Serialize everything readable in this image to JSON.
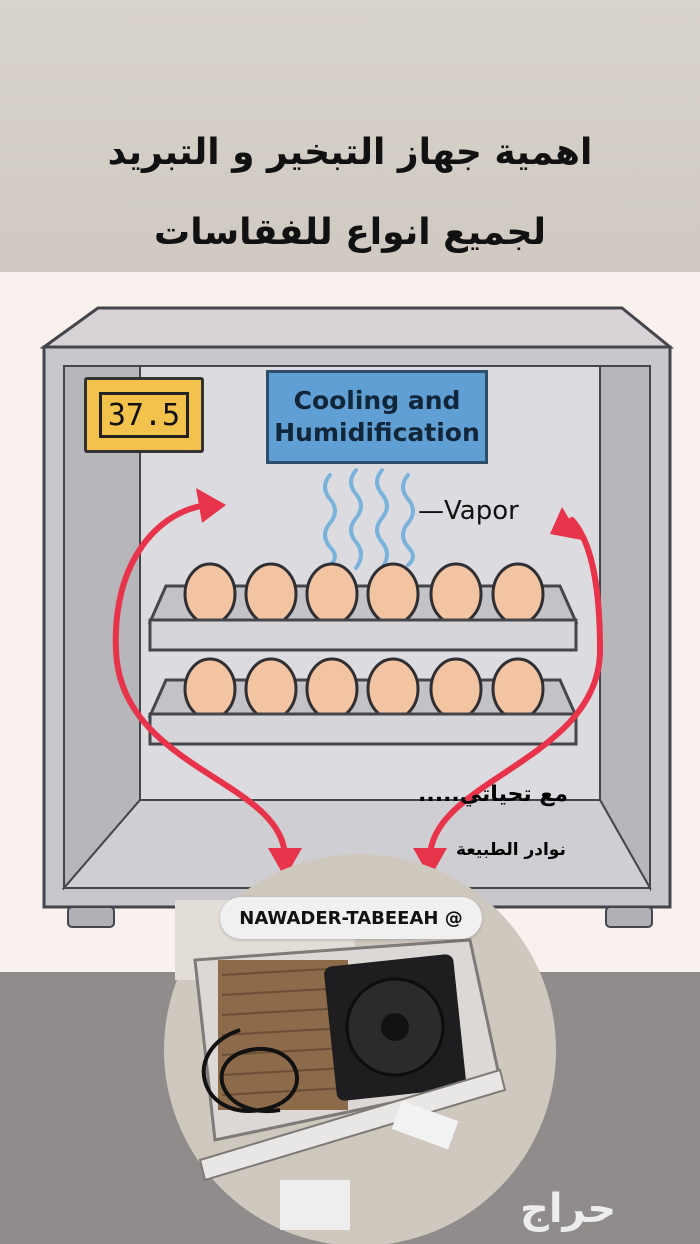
{
  "header": {
    "title_line1": "اهمية جهاز التبخير و التبريد",
    "title_line2": "لجميع انواع للفقاسات"
  },
  "diagram": {
    "thermostat_display": "37.5",
    "cooling_box_label": "Cooling and\nHumidification",
    "vapor_label": "—Vapor",
    "arrow_color": "#e8344a",
    "egg_color": "#f3c4a2",
    "tray_rows": 2,
    "eggs_per_row": 6
  },
  "credit": {
    "line1": "مع تحياتي.....",
    "line2": "نوادر الطبيعة"
  },
  "photo": {
    "handle": "NAWADER-TABEEAH @"
  },
  "watermark": "حراج"
}
